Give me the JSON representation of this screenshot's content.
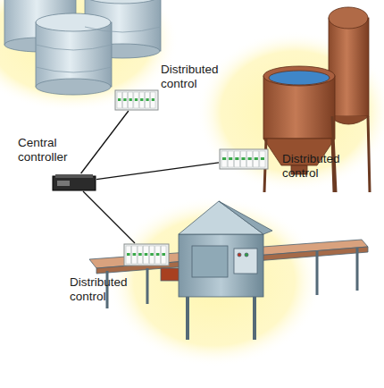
{
  "diagram": {
    "nodes": [
      {
        "text": [
          "Distributed control"
        ]
      },
      {
        "text": [
          "Central controller"
        ]
      },
      {
        "text": [
          "Distributed control"
        ]
      },
      {
        "text": [
          "Distributed control"
        ]
      }
    ],
    "edges": [
      {
        "from": 1,
        "to": 0,
        "arrow": "none"
      },
      {
        "from": 1,
        "to": 2,
        "arrow": "none"
      },
      {
        "from": 1,
        "to": 3,
        "arrow": "none"
      }
    ]
  }
}
